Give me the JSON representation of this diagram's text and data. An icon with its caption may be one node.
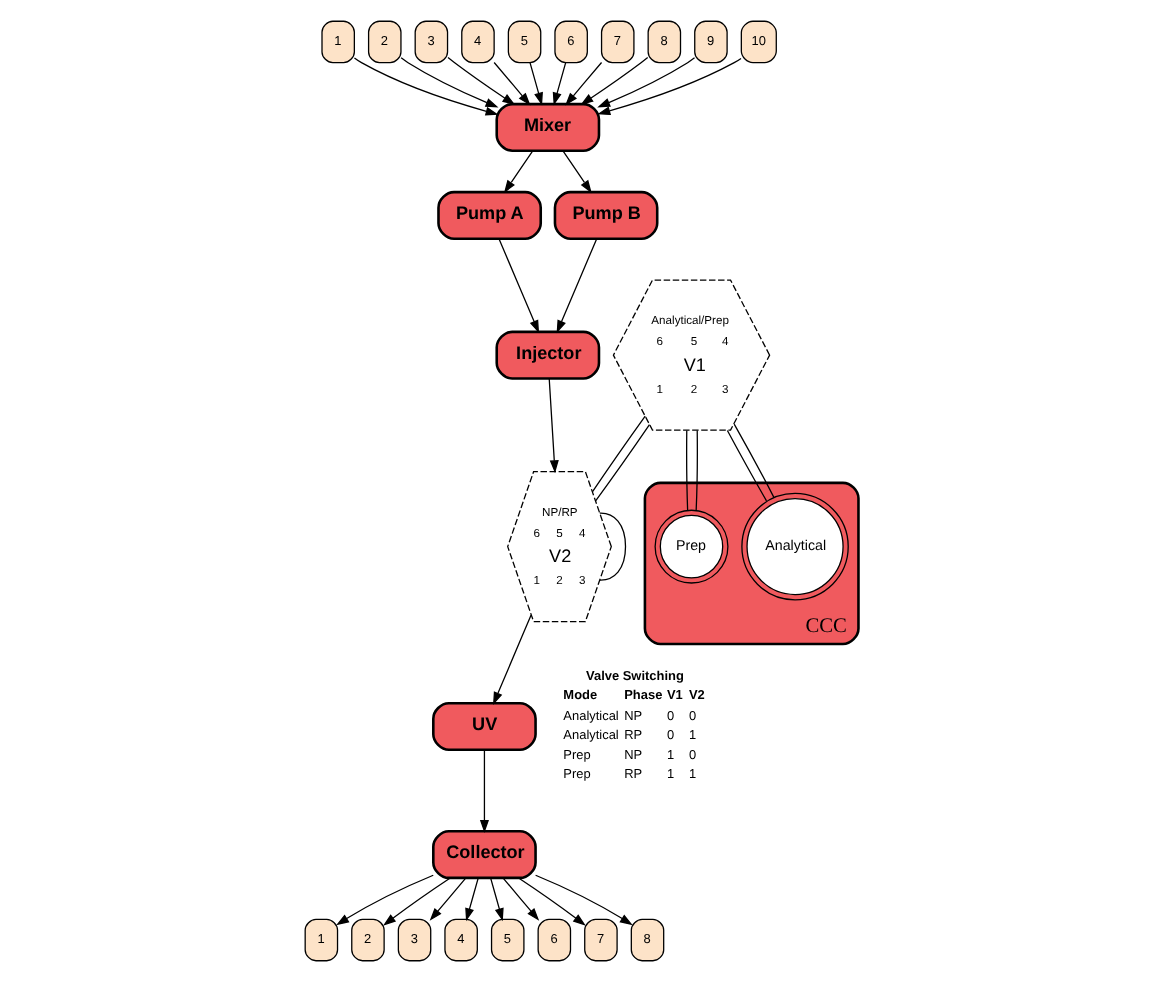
{
  "diagram": {
    "nodes": [
      {
        "text": [
          "1"
        ]
      },
      {
        "text": [
          "2"
        ]
      },
      {
        "text": [
          "3"
        ]
      },
      {
        "text": [
          "4"
        ]
      },
      {
        "text": [
          "5"
        ]
      },
      {
        "text": [
          "6"
        ]
      },
      {
        "text": [
          "7"
        ]
      },
      {
        "text": [
          "8"
        ]
      },
      {
        "text": [
          "9"
        ]
      },
      {
        "text": [
          "10"
        ]
      },
      {
        "text": [
          "Mixer"
        ]
      },
      {
        "text": [
          "Pump A"
        ]
      },
      {
        "text": [
          "Pump B"
        ]
      },
      {
        "text": [
          "Injector"
        ]
      },
      {
        "text": [
          "UV"
        ]
      },
      {
        "text": [
          "Collector"
        ]
      },
      {
        "text": [
          "1"
        ]
      },
      {
        "text": [
          "2"
        ]
      },
      {
        "text": [
          "3"
        ]
      },
      {
        "text": [
          "4"
        ]
      },
      {
        "text": [
          "5"
        ]
      },
      {
        "text": [
          "6"
        ]
      },
      {
        "text": [
          "7"
        ]
      },
      {
        "text": [
          "8"
        ]
      },
      {
        "text": [
          "Analytical/Prep",
          "6",
          "5",
          "4",
          "V1",
          "1",
          "2",
          "3"
        ]
      },
      {
        "text": [
          "NP/RP",
          "6",
          "5",
          "4",
          "V2",
          "1",
          "2",
          "3"
        ]
      },
      {
        "text": [
          "CCC"
        ]
      },
      {
        "text": [
          "Analytical"
        ],
        "in": 26
      },
      {
        "text": [
          "Prep"
        ],
        "in": 26
      }
    ],
    "edges": [
      {
        "from": 0,
        "to": 10,
        "arrow": "to"
      },
      {
        "from": 1,
        "to": 10,
        "arrow": "to"
      },
      {
        "from": 2,
        "to": 10,
        "arrow": "to"
      },
      {
        "from": 3,
        "to": 10,
        "arrow": "to"
      },
      {
        "from": 4,
        "to": 10,
        "arrow": "to"
      },
      {
        "from": 5,
        "to": 10,
        "arrow": "to"
      },
      {
        "from": 6,
        "to": 10,
        "arrow": "to"
      },
      {
        "from": 7,
        "to": 10,
        "arrow": "to"
      },
      {
        "from": 8,
        "to": 10,
        "arrow": "to"
      },
      {
        "from": 9,
        "to": 10,
        "arrow": "to"
      },
      {
        "from": 10,
        "to": 11,
        "arrow": "to"
      },
      {
        "from": 10,
        "to": 12,
        "arrow": "to"
      },
      {
        "from": 11,
        "to": 13,
        "arrow": "to"
      },
      {
        "from": 12,
        "to": 13,
        "arrow": "to"
      },
      {
        "from": 13,
        "to": 25,
        "arrow": "to"
      },
      {
        "from": 25,
        "to": 14,
        "arrow": "to"
      },
      {
        "from": 14,
        "to": 15,
        "arrow": "to"
      },
      {
        "from": 15,
        "to": 16,
        "arrow": "to"
      },
      {
        "from": 15,
        "to": 17,
        "arrow": "to"
      },
      {
        "from": 15,
        "to": 18,
        "arrow": "to"
      },
      {
        "from": 15,
        "to": 19,
        "arrow": "to"
      },
      {
        "from": 15,
        "to": 20,
        "arrow": "to"
      },
      {
        "from": 15,
        "to": 21,
        "arrow": "to"
      },
      {
        "from": 15,
        "to": 22,
        "arrow": "to"
      },
      {
        "from": 15,
        "to": 23,
        "arrow": "to"
      },
      {
        "from": 24,
        "to": 27,
        "arrow": "none"
      },
      {
        "from": 24,
        "to": 27,
        "arrow": "none"
      },
      {
        "from": 24,
        "to": 28,
        "arrow": "none"
      },
      {
        "from": 24,
        "to": 28,
        "arrow": "none"
      },
      {
        "from": 24,
        "to": 25,
        "arrow": "none"
      },
      {
        "from": 24,
        "to": 25,
        "arrow": "none"
      },
      {
        "from": 25,
        "to": 25,
        "arrow": "none"
      }
    ],
    "labels": [
      "Valve Switching",
      "Mode",
      "Phase",
      "V1",
      "V2",
      "Analytical",
      "NP",
      "0",
      "0",
      "Analytical",
      "RP",
      "0",
      "1",
      "Prep",
      "NP",
      "1",
      "0",
      "Prep",
      "RP",
      "1",
      "1"
    ]
  }
}
